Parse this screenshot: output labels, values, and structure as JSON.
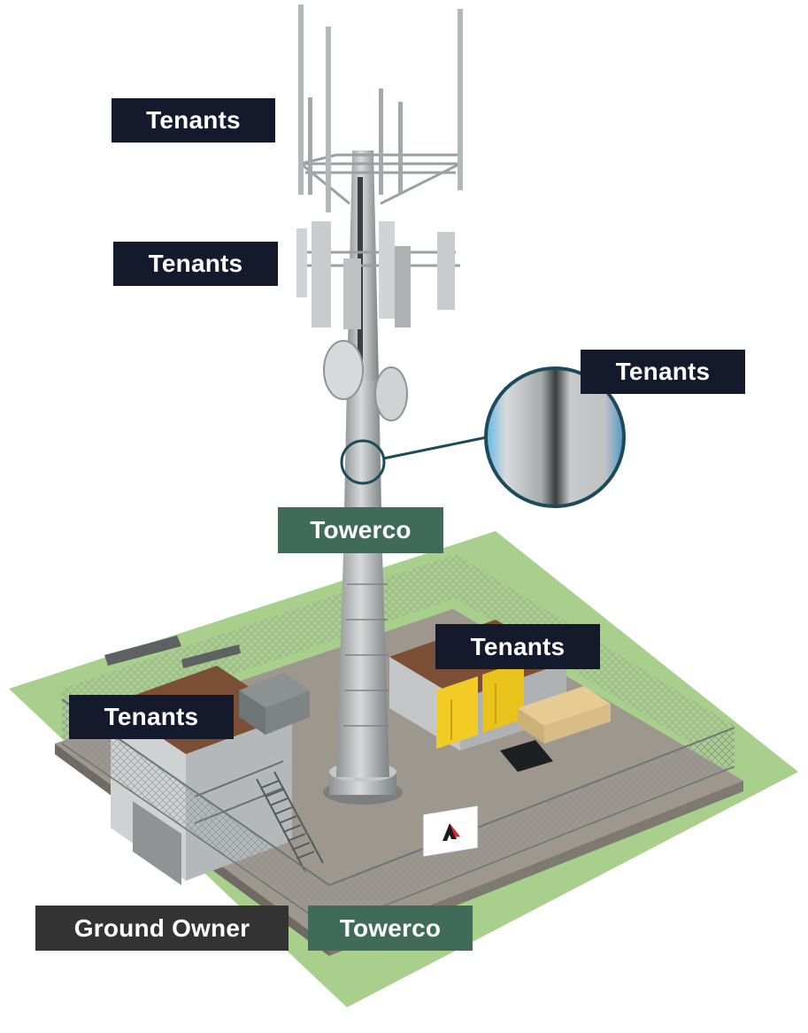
{
  "labels": {
    "tenants_top": "Tenants",
    "tenants_panels": "Tenants",
    "tenants_zoom": "Tenants",
    "towerco_mid": "Towerco",
    "tenants_right_shelter": "Tenants",
    "tenants_left_shelter": "Tenants",
    "ground_owner": "Ground Owner",
    "towerco_bottom": "Towerco"
  },
  "colors": {
    "tenant_label": "#141a2b",
    "towerco_label": "#3f6b58",
    "ground_label": "#333333",
    "grass": "#a9cf8c",
    "gravel": "#9d978e",
    "pole": "#b9bcbd",
    "roof": "#7a4f36",
    "equipment_yellow": "#f2cc24"
  },
  "icons": {
    "site_sign": "tower-company-logo-icon"
  }
}
